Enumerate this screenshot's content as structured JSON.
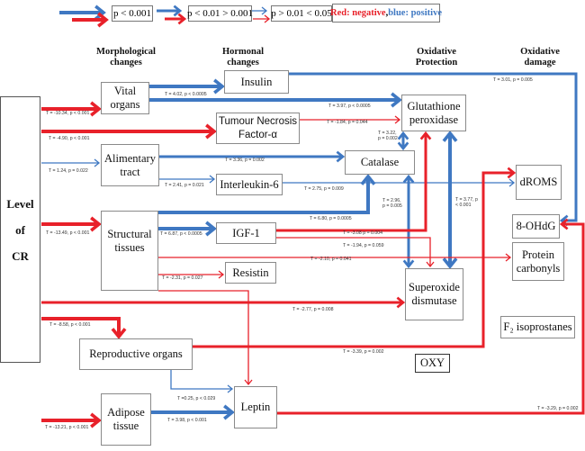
{
  "legend": {
    "levels": [
      "p < 0.001",
      "p < 0.01 > 0.001",
      "p > 0.01 < 0.05"
    ],
    "color_key": {
      "negative_label": "Red: negative",
      "separator": ", ",
      "positive_label": "blue: positive"
    },
    "colors": {
      "negative": "#e8212a",
      "positive": "#3f78c2"
    }
  },
  "headers": {
    "morphological": [
      "Morphological",
      "changes"
    ],
    "hormonal": [
      "Hormonal",
      "changes"
    ],
    "protection": [
      "Oxidative",
      "Protection"
    ],
    "damage": [
      "Oxidative",
      "damage"
    ]
  },
  "nodes": {
    "cr": [
      "Level",
      "of",
      "CR"
    ],
    "vital": [
      "Vital",
      "organs"
    ],
    "alimentary": [
      "Alimentary",
      "tract"
    ],
    "structural": [
      "Structural",
      "tissues"
    ],
    "reproductive": [
      "Reproductive organs"
    ],
    "adipose": [
      "Adipose",
      "tissue"
    ],
    "insulin": [
      "Insulin"
    ],
    "tnf": [
      "Tumour Necrosis",
      "Factor-α"
    ],
    "il6": [
      "Interleukin-6"
    ],
    "igf1": [
      "IGF-1"
    ],
    "resistin": [
      "Resistin"
    ],
    "leptin": [
      "Leptin"
    ],
    "gpx": [
      "Glutathione",
      "peroxidase"
    ],
    "catalase": [
      "Catalase"
    ],
    "sod": [
      "Superoxide",
      "dismutase"
    ],
    "droms": [
      "dROMS"
    ],
    "ohdg": [
      "8-OHdG"
    ],
    "protein": [
      "Protein",
      "carbonyls"
    ],
    "f2": [
      "F₂ isoprostanes"
    ],
    "oxy": [
      "OXY"
    ]
  },
  "edges": [
    {
      "from": "cr",
      "to": "vital",
      "sign": "negative",
      "level": "p<0.001",
      "label": "T = -10.34, p < 0.001"
    },
    {
      "from": "cr",
      "to": "tnf",
      "sign": "negative",
      "level": "p<0.001",
      "label": "T = -4.90, p < 0.001"
    },
    {
      "from": "cr",
      "to": "alimentary",
      "sign": "positive",
      "level": "p>0.01<0.05",
      "label": "T = 1.24, p = 0.022"
    },
    {
      "from": "cr",
      "to": "structural",
      "sign": "negative",
      "level": "p<0.001",
      "label": "T = -13.49, p < 0.001"
    },
    {
      "from": "cr",
      "to": "sod",
      "sign": "negative",
      "level": "p<0.01>0.001",
      "label": "T = -2.77, p = 0.008"
    },
    {
      "from": "cr",
      "to": "reproductive",
      "sign": "negative",
      "level": "p<0.001",
      "label": "T = -8.58, p < 0.001"
    },
    {
      "from": "cr",
      "to": "adipose",
      "sign": "negative",
      "level": "p<0.001",
      "label": "T = -13.21, p < 0.001"
    },
    {
      "from": "vital",
      "to": "insulin",
      "sign": "positive",
      "level": "p<0.001",
      "label": "T = 4.02, p < 0.0005"
    },
    {
      "from": "vital",
      "to": "gpx",
      "sign": "positive",
      "level": "p<0.001",
      "label": "T = 3.97, p < 0.0005"
    },
    {
      "from": "insulin",
      "to": "ohdg",
      "sign": "positive",
      "level": "p<0.01>0.001",
      "label": "T = 3.01, p = 0.005"
    },
    {
      "from": "tnf",
      "to": "gpx",
      "sign": "negative",
      "level": "p>0.01<0.05",
      "label": "T = -1.84, p = 0.044"
    },
    {
      "from": "gpx",
      "to": "catalase",
      "sign": "positive",
      "level": "p<0.01>0.001",
      "label": "T = 3.22, p = 0.002"
    },
    {
      "from": "alimentary",
      "to": "catalase",
      "sign": "positive",
      "level": "p<0.01>0.001",
      "label": "T = 3.36, p = 0.002"
    },
    {
      "from": "alimentary",
      "to": "il6",
      "sign": "positive",
      "level": "p>0.01<0.05",
      "label": "T = 2.41, p = 0.021"
    },
    {
      "from": "il6",
      "to": "droms",
      "sign": "positive",
      "level": "p>0.01<0.05",
      "label": "T = 2.75, p = 0.009"
    },
    {
      "from": "catalase",
      "to": "sod",
      "sign": "positive",
      "level": "p<0.01>0.001",
      "label": "T = 2.96, p = 0.005"
    },
    {
      "from": "gpx",
      "to": "sod",
      "sign": "positive",
      "level": "p<0.001",
      "label": "T = 3.77, p < 0.001"
    },
    {
      "from": "structural",
      "to": "catalase",
      "sign": "positive",
      "level": "p<0.001",
      "label": "T = 6.80, p = 0.0005"
    },
    {
      "from": "structural",
      "to": "igf1",
      "sign": "positive",
      "level": "p<0.001",
      "label": "T = 6.87, p < 0.0005"
    },
    {
      "from": "igf1",
      "to": "gpx",
      "sign": "negative",
      "level": "p<0.01>0.001",
      "label": "T = -3.08 p = 0.004"
    },
    {
      "from": "igf1",
      "to": "sod",
      "sign": "negative",
      "level": "p>0.01<0.05",
      "label": "T = -1.94, p = 0.059"
    },
    {
      "from": "structural",
      "to": "protein",
      "sign": "negative",
      "level": "p>0.01<0.05",
      "label": "T = -2.10, p = 0.041"
    },
    {
      "from": "structural",
      "to": "resistin",
      "sign": "negative",
      "level": "p>0.01<0.05",
      "label": "T = -2.31, p = 0.027"
    },
    {
      "from": "structural",
      "to": "leptin",
      "sign": "negative",
      "level": "p>0.01<0.05",
      "label": ""
    },
    {
      "from": "reproductive",
      "to": "droms",
      "sign": "negative",
      "level": "p<0.01>0.001",
      "label": "T = -3.39, p = 0.002"
    },
    {
      "from": "reproductive",
      "to": "leptin",
      "sign": "positive",
      "level": "p>0.01<0.05",
      "label": "T =0.25, p < 0.029"
    },
    {
      "from": "adipose",
      "to": "leptin",
      "sign": "positive",
      "level": "p<0.001",
      "label": "T = 3.98, p < 0.001"
    },
    {
      "from": "leptin",
      "to": "ohdg",
      "sign": "negative",
      "level": "p<0.01>0.001",
      "label": "T = -3.29, p = 0.002"
    }
  ]
}
